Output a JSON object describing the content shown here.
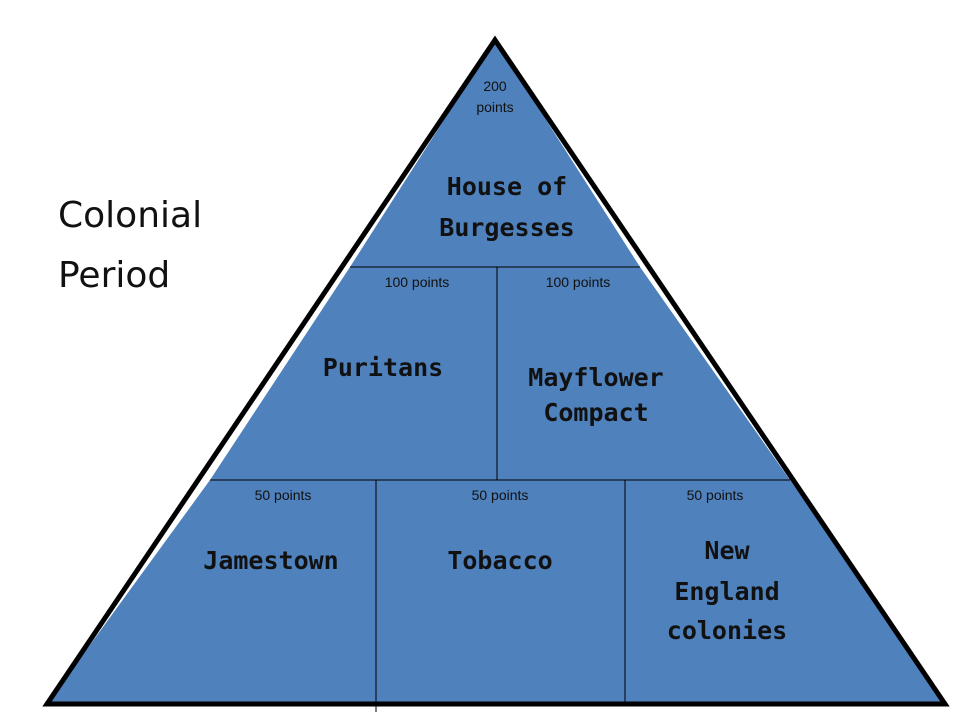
{
  "title": {
    "line1": "Colonial",
    "line2": "Period"
  },
  "colors": {
    "tier_fill": "#4f81bd",
    "outline": "#000000"
  },
  "pyramid": {
    "top": {
      "points_line1": "200",
      "points_line2": "points",
      "topic_line1": "House of",
      "topic_line2": "Burgesses"
    },
    "middle": [
      {
        "points": "100 points",
        "topic_line1": "Puritans"
      },
      {
        "points": "100 points",
        "topic_line1": "Mayflower",
        "topic_line2": "Compact"
      }
    ],
    "bottom": [
      {
        "points": "50 points",
        "topic_line1": "Jamestown"
      },
      {
        "points": "50 points",
        "topic_line1": "Tobacco"
      },
      {
        "points": "50 points",
        "topic_line1": "New",
        "topic_line2": "England",
        "topic_line3": "colonies"
      }
    ]
  }
}
